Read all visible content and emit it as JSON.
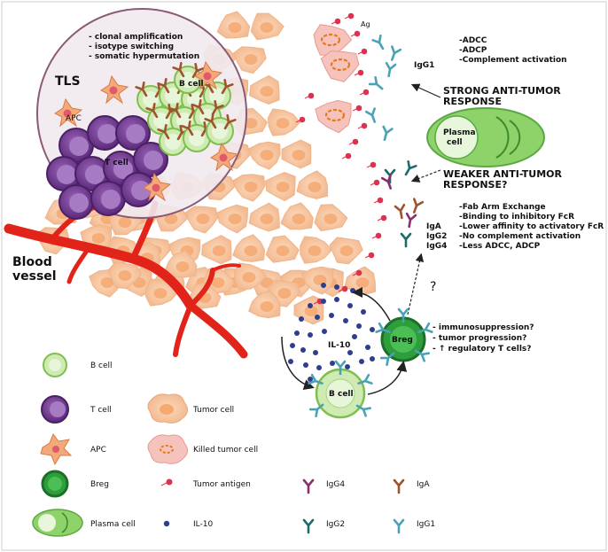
{
  "tls": {
    "title": "TLS",
    "notes": [
      "- clonal amplification",
      "- isotype switching",
      "- somatic hypermutation"
    ],
    "apc_label": "APC",
    "tcell_label": "T cell",
    "bcell_label": "B cell"
  },
  "antigen_label": "Ag",
  "blood_vessel_label": [
    "Blood",
    "vessel"
  ],
  "strong_response": {
    "heading": [
      "STRONG ANTI-TUMOR",
      "RESPONSE"
    ],
    "isotype": "IgG1",
    "effects": [
      "-ADCC",
      "-ADCP",
      "-Complement activation"
    ]
  },
  "plasma_cell_label": [
    "Plasma",
    "cell"
  ],
  "weak_response": {
    "heading": [
      "WEAKER ANTI-TUMOR",
      "RESPONSE?"
    ],
    "isotypes": [
      "IgA",
      "IgG2",
      "IgG4"
    ],
    "effects": [
      "-Fab Arm Exchange",
      "-Binding to inhibitory FcR",
      "-Lower affinity to activatory FcR",
      "-No complement activation",
      "-Less ADCC, ADCP"
    ]
  },
  "question_mark": "?",
  "breg": {
    "label": "Breg",
    "il10_label": "IL-10",
    "bcell_label": "B cell",
    "effects": [
      "- immunosuppression?",
      "- tumor progression?",
      "- ↑ regulatory T cells?"
    ]
  },
  "legend": {
    "bcell": "B cell",
    "tcell": "T cell",
    "apc": "APC",
    "breg": "Breg",
    "plasma": "Plasma cell",
    "tumor": "Tumor cell",
    "killed": "Killed tumor cell",
    "antigen": "Tumor antigen",
    "il10": "IL-10",
    "igg4": "IgG4",
    "iga": "IgA",
    "igg2": "IgG2",
    "igg1": "IgG1"
  },
  "colors": {
    "tumor": "#f8c9a6",
    "tumor_nucleus": "#f5a870",
    "killed": "#f4b6b0",
    "tcell": "#7b3f98",
    "bcell": "#c8e6a8",
    "breg": "#2e9e3c",
    "plasma": "#8ed26a",
    "vessel": "#e2231a",
    "il10": "#2e3d8f",
    "igg1": "#4aa3b5",
    "igg2": "#1e6b6b",
    "igg4": "#8b2c6e",
    "iga": "#a0522d",
    "antigen": "#e03050"
  }
}
